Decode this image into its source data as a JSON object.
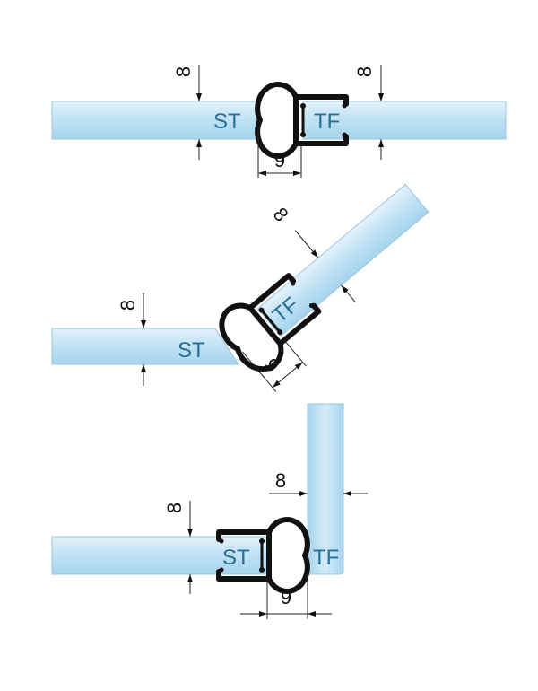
{
  "diagrams": [
    {
      "id": "straight",
      "labels": {
        "left_panel": "ST",
        "right_panel": "TF"
      },
      "dims": {
        "thickness_left": "8",
        "thickness_right": "8",
        "gap": "9"
      }
    },
    {
      "id": "angled",
      "labels": {
        "left_panel": "ST",
        "right_panel": "TF"
      },
      "dims": {
        "thickness_left": "8",
        "thickness_right": "8",
        "gap": "9"
      }
    },
    {
      "id": "right-angle",
      "labels": {
        "left_panel": "ST",
        "right_panel": "TF"
      },
      "dims": {
        "thickness_left": "8",
        "thickness_right": "8",
        "gap": "9"
      }
    }
  ],
  "colors": {
    "glass_top": "#d7ecf8",
    "glass_bottom": "#a9d6ef",
    "label_blue": "#2a6f97",
    "seal_black": "#111111"
  }
}
